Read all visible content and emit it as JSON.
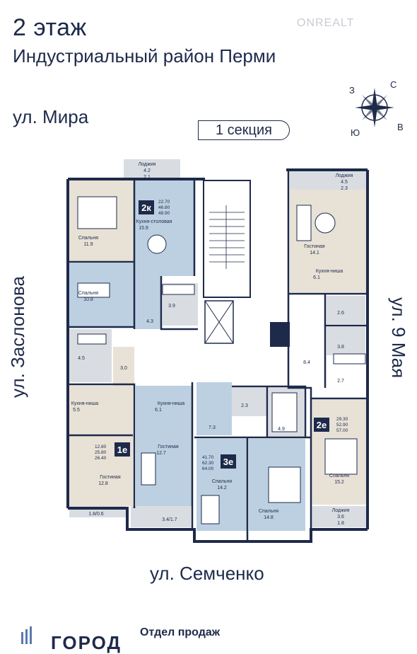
{
  "header": {
    "floor_title": "2 этаж",
    "district": "Индустриальный район Перми",
    "watermark": "ONREALT"
  },
  "streets": {
    "north": "ул. Мира",
    "south": "ул. Семченко",
    "west": "ул. Заслонова",
    "east": "ул. 9 Мая"
  },
  "section_label": "1 секция",
  "compass": {
    "n": "С",
    "e": "В",
    "s": "Ю",
    "w": "З"
  },
  "apartments": {
    "a2k": {
      "badge": "2к",
      "areas": [
        "22.70",
        "46.80",
        "48.90"
      ]
    },
    "a1e": {
      "badge": "1е",
      "areas": [
        "12.80",
        "25.80",
        "26.40"
      ]
    },
    "a3e": {
      "badge": "3е",
      "areas": [
        "41.70",
        "62.30",
        "64.00"
      ]
    },
    "a2e": {
      "badge": "2е",
      "areas": [
        "29.30",
        "52.90",
        "57.00"
      ]
    }
  },
  "rooms": {
    "loggia_nw": {
      "name": "Лоджия",
      "a1": "4.2",
      "a2": "2.1"
    },
    "bedroom_119": {
      "name": "Спальня",
      "area": "11.9"
    },
    "kitchen_159": {
      "name": "Кухня-столовая",
      "area": "15.9"
    },
    "bedroom_108": {
      "name": "Спальня",
      "area": "10.8"
    },
    "bath_39": {
      "area": "3.9"
    },
    "hall_43": {
      "area": "4.3"
    },
    "bath_45": {
      "area": "4.5"
    },
    "hall_30": {
      "area": "3.0"
    },
    "loggia_ne": {
      "name": "Лоджия",
      "a1": "4.5",
      "a2": "2.3"
    },
    "living_141": {
      "name": "Гостиная",
      "area": "14.1"
    },
    "kitchen_61e": {
      "name": "Кухня-ниша",
      "area": "6.1"
    },
    "bath_26": {
      "area": "2.6"
    },
    "bath_38": {
      "area": "3.8"
    },
    "hall_84": {
      "area": "8.4"
    },
    "hall_27": {
      "area": "2.7"
    },
    "kitchen_55": {
      "name": "Кухня-ниша",
      "area": "5.5"
    },
    "living_128": {
      "name": "Гостиная",
      "area": "12.8"
    },
    "kitchen_61c": {
      "name": "Кухня-ниша",
      "area": "6.1"
    },
    "living_127": {
      "name": "Гостиная",
      "area": "12.7"
    },
    "hall_73": {
      "area": "7.3"
    },
    "wc_23": {
      "area": "2.3"
    },
    "bath_49": {
      "area": "4.9"
    },
    "bedroom_142": {
      "name": "Спальня",
      "area": "14.2"
    },
    "bedroom_148": {
      "name": "Спальня",
      "area": "14.8"
    },
    "bedroom_152": {
      "name": "Спальня",
      "area": "15.2"
    },
    "loggia_se": {
      "name": "Лоджия",
      "a1": "3.6",
      "a2": "1.8"
    },
    "balcony_sw": {
      "area": "1.8/0.6"
    },
    "balcony_s": {
      "area": "3.4/1.7"
    }
  },
  "footer": {
    "brand": "ГОРОД",
    "sales": "Отдел продаж"
  },
  "colors": {
    "wall": "#1e2a4a",
    "room_blue": "#bcd0e2",
    "room_beige": "#e8e1d6",
    "room_gray": "#d9dde2",
    "badge": "#1e2a4a"
  }
}
